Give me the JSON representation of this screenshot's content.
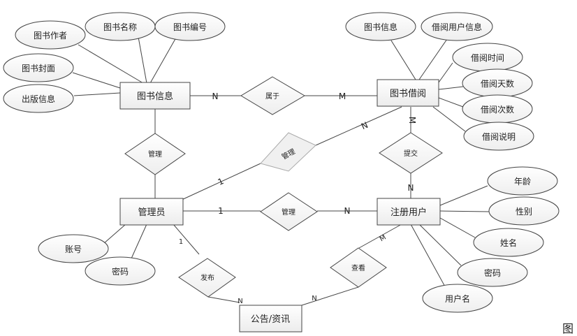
{
  "entities": {
    "book_info": "图书信息",
    "book_borrow": "图书借阅",
    "admin": "管理员",
    "reg_user": "注册用户",
    "notice": "公告/资讯"
  },
  "attributes": {
    "book_author": "图书作者",
    "book_name": "图书名称",
    "book_no": "图书编号",
    "book_cover": "图书封面",
    "publish_info": "出版信息",
    "borrow_book_info": "图书信息",
    "borrow_user_info": "借阅用户信息",
    "borrow_time": "借阅时间",
    "borrow_days": "借阅天数",
    "borrow_count": "借阅次数",
    "borrow_note": "借阅说明",
    "user_age": "年龄",
    "user_gender": "性别",
    "user_name_real": "姓名",
    "user_password": "密码",
    "user_username": "用户名",
    "admin_account": "账号",
    "admin_password": "密码"
  },
  "relations": {
    "belongs": "属于",
    "manage_book": "管理",
    "manage_borrow": "管理",
    "manage_user": "管理",
    "submit": "提交",
    "publish": "发布",
    "view": "查看"
  },
  "cardinalities": {
    "book_belongs": "N",
    "belongs_borrow": "M",
    "borrow_manage": "N",
    "manage_admin": "1",
    "borrow_submit": "M",
    "submit_user": "N",
    "admin_manage_user": "1",
    "manage_user_n": "N",
    "admin_publish": "1",
    "publish_notice": "N",
    "view_notice": "N",
    "user_view": "M"
  },
  "caption": "图"
}
